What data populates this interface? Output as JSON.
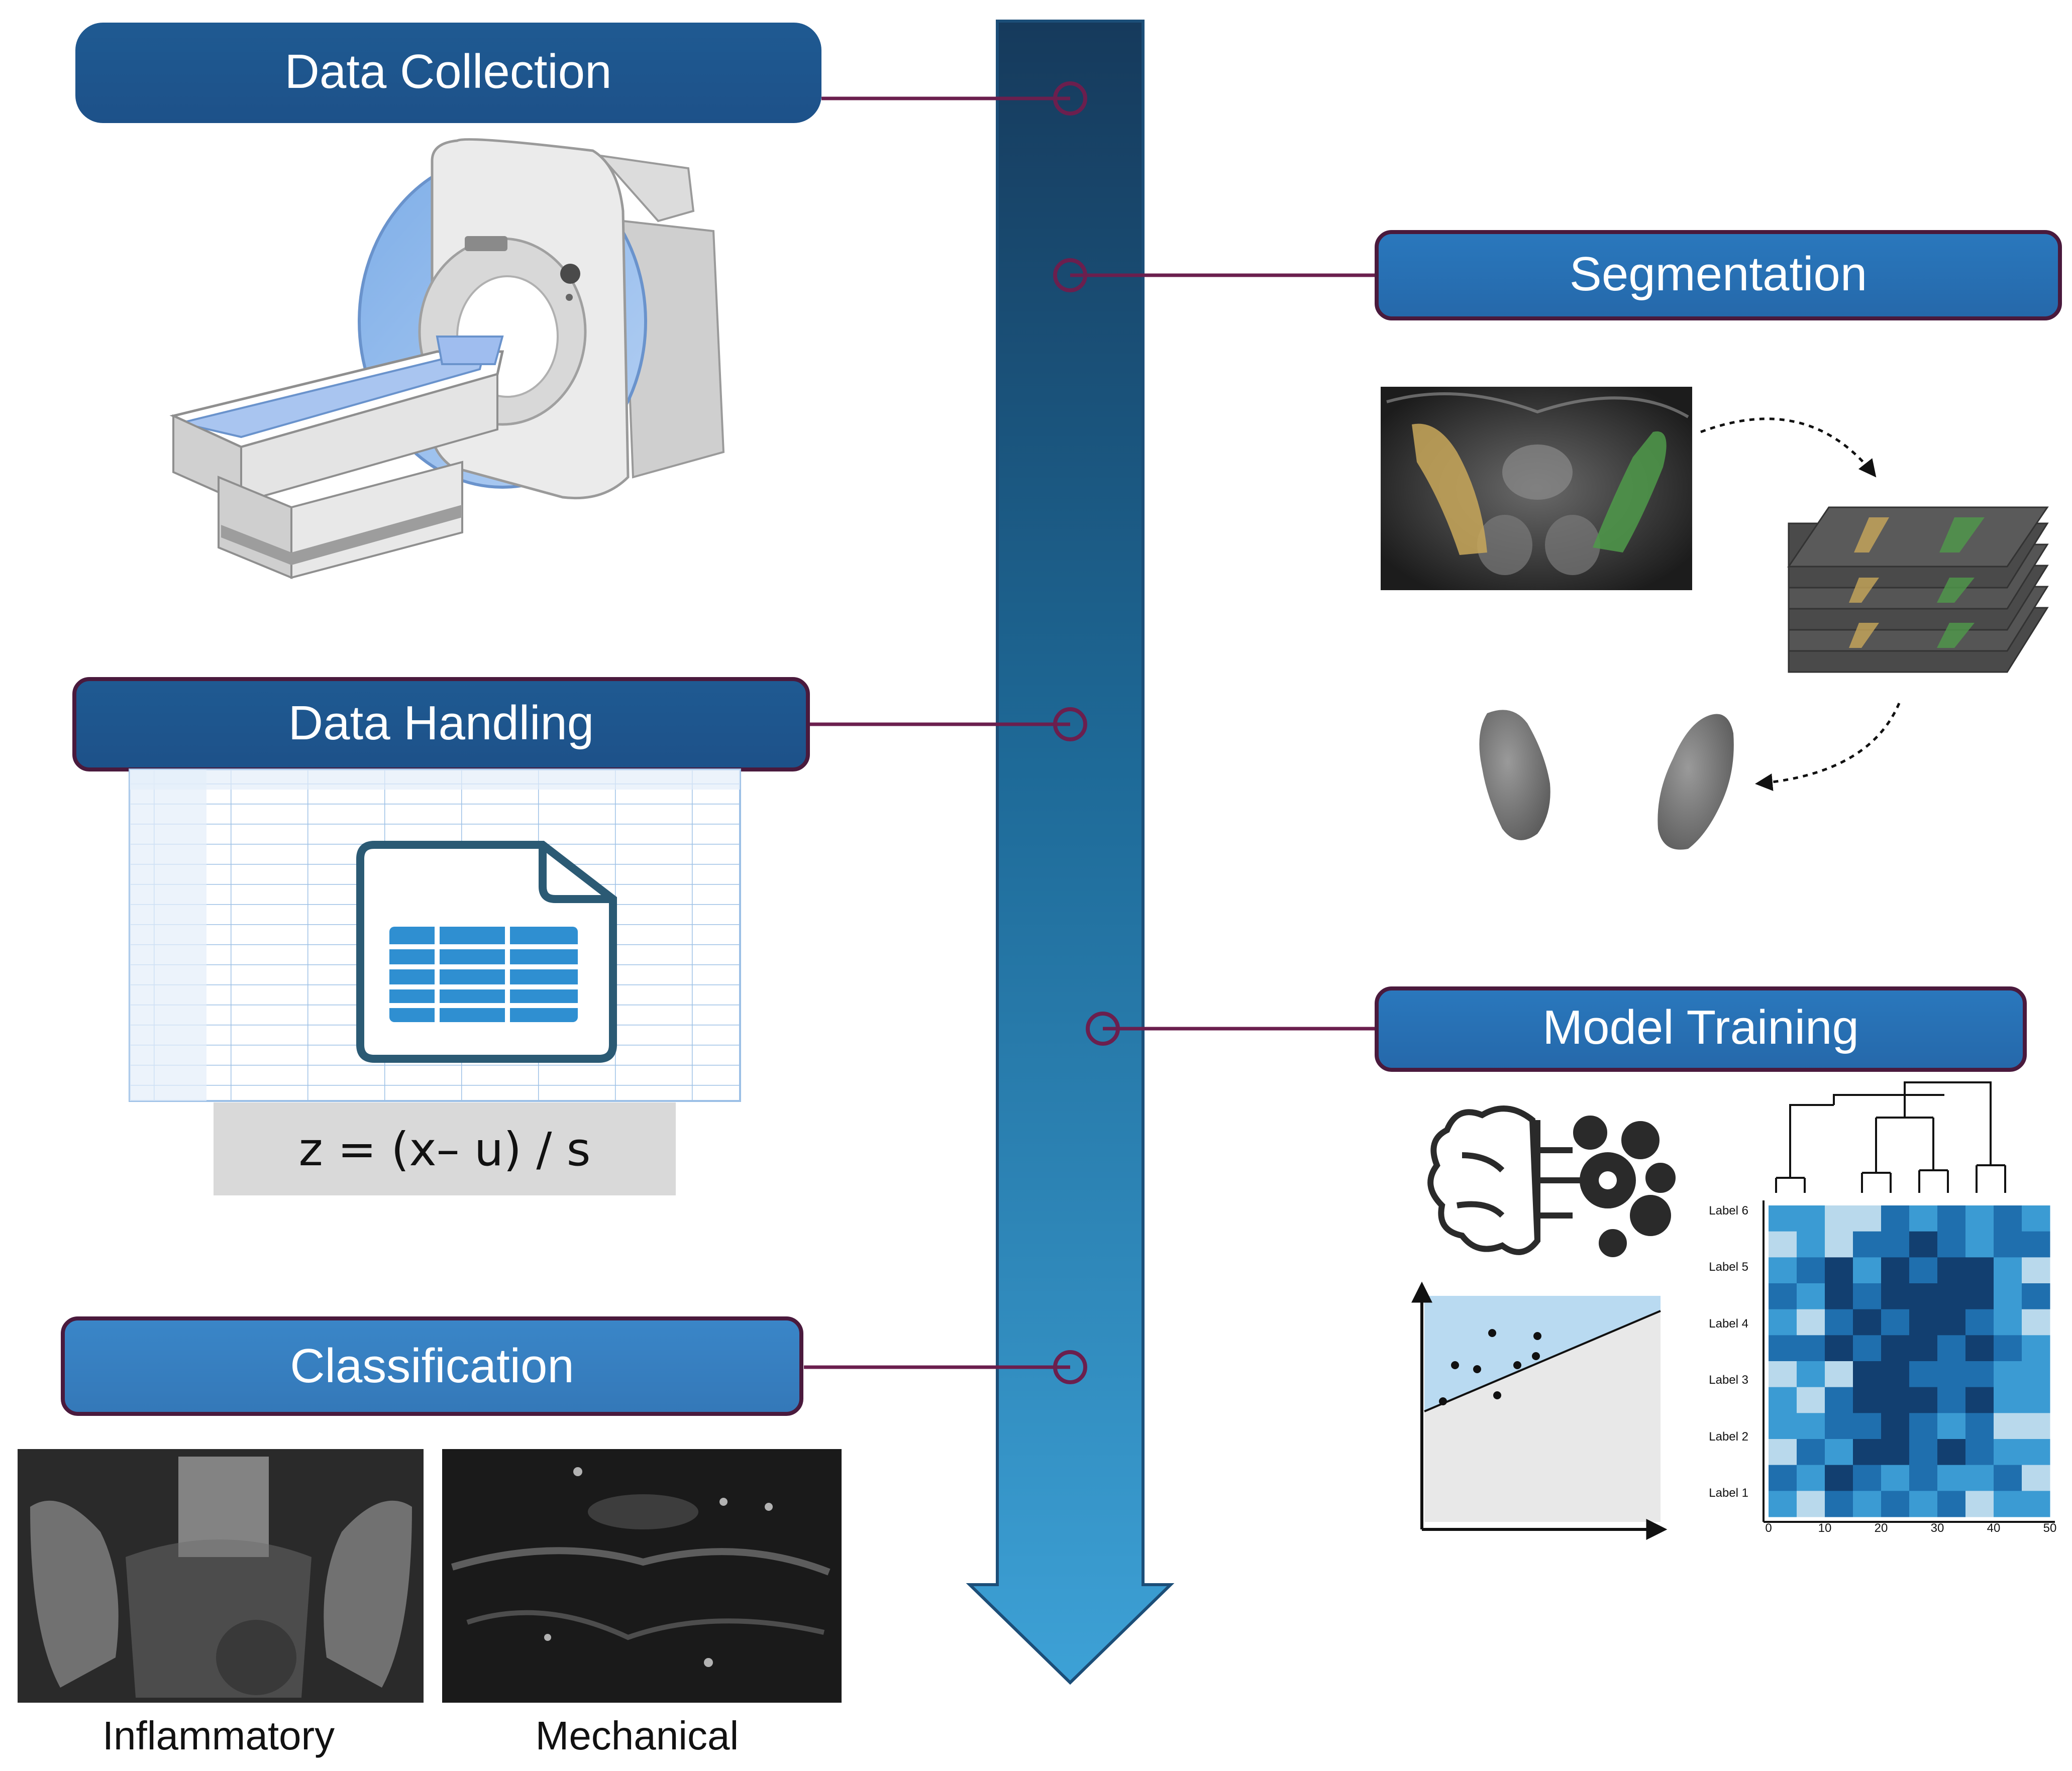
{
  "stages": [
    {
      "id": "data-collection",
      "label": "Data Collection"
    },
    {
      "id": "segmentation",
      "label": "Segmentation"
    },
    {
      "id": "data-handling",
      "label": "Data Handling"
    },
    {
      "id": "model-training",
      "label": "Model Training"
    },
    {
      "id": "classification",
      "label": "Classification"
    }
  ],
  "data_handling": {
    "formula": "z = (x– u) / s"
  },
  "classification": {
    "captions": [
      "Inflammatory",
      "Mechanical"
    ]
  },
  "heatmap": {
    "y_labels": [
      "Label 6",
      "Label 5",
      "Label 4",
      "Label 3",
      "Label 2",
      "Label 1"
    ],
    "x_ticks": [
      "0",
      "10",
      "20",
      "30",
      "40",
      "50"
    ],
    "palette": [
      "#b9d9ec",
      "#3b9bd3",
      "#1f6fae",
      "#123f70"
    ],
    "levels": [
      [
        1,
        1,
        0,
        0,
        2,
        1,
        2,
        1,
        2,
        1
      ],
      [
        0,
        1,
        0,
        2,
        2,
        3,
        2,
        1,
        2,
        2
      ],
      [
        1,
        2,
        3,
        1,
        3,
        2,
        3,
        3,
        1,
        0
      ],
      [
        2,
        1,
        3,
        2,
        3,
        3,
        3,
        3,
        1,
        2
      ],
      [
        1,
        0,
        2,
        3,
        2,
        3,
        3,
        2,
        1,
        0
      ],
      [
        2,
        2,
        3,
        2,
        3,
        3,
        2,
        3,
        2,
        1
      ],
      [
        0,
        1,
        0,
        3,
        3,
        2,
        2,
        2,
        1,
        1
      ],
      [
        1,
        0,
        2,
        3,
        3,
        3,
        2,
        3,
        1,
        1
      ],
      [
        1,
        1,
        2,
        2,
        3,
        2,
        1,
        2,
        0,
        0
      ],
      [
        0,
        2,
        1,
        3,
        3,
        2,
        3,
        2,
        1,
        1
      ],
      [
        2,
        1,
        3,
        2,
        1,
        2,
        1,
        1,
        2,
        0
      ],
      [
        1,
        0,
        2,
        1,
        2,
        1,
        2,
        0,
        1,
        1
      ]
    ]
  },
  "colors": {
    "label_box": "#21609b",
    "label_border": "#4a1a3d",
    "connector": "#6b1f4e",
    "timeline_top": "#163a5c",
    "timeline_bottom": "#3da1d6"
  }
}
